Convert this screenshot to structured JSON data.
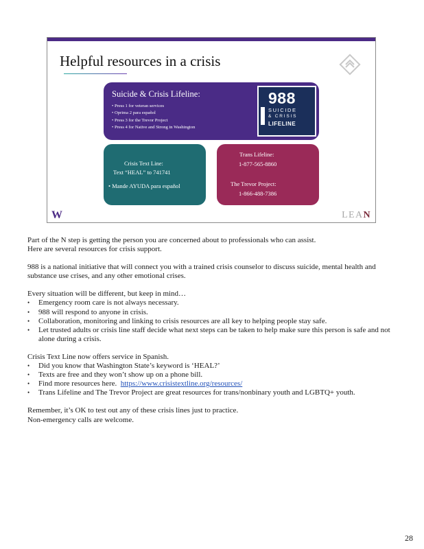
{
  "slide": {
    "title": "Helpful resources in a crisis",
    "lifeline": {
      "title": "Suicide & Crisis Lifeline:",
      "items": [
        "Press 1 for veteran services",
        "Oprima  2 para español",
        "Press 3 for the Trevor Project",
        "Press 4 for Native and Strong in Washington"
      ],
      "badge": {
        "number": "988",
        "line1": "SUICIDE",
        "line2": "& CRISIS",
        "line3": "LIFELINE"
      }
    },
    "text_line": {
      "line1": "Crisis Text Line:",
      "line2": "Text “HEAL” to 741741",
      "line3": "•  Mande AYUDA para español"
    },
    "trans": {
      "label1": "Trans Lifeline:",
      "phone1": "1-877-565-8860",
      "label2": "The Trevor Project:",
      "phone2": "1-866-488-7386"
    },
    "uw_logo": "W",
    "lean_logo": {
      "text": "LEA",
      "accent": "N"
    }
  },
  "notes": {
    "p1": "Part of the N step is getting the person you are concerned about to professionals who can assist.",
    "p2": "Here are several resources for crisis support.",
    "p3": "988 is a national initiative that will connect you with a trained crisis counselor to discuss suicide, mental health and substance use crises, and any other emotional crises.",
    "p4": "Every situation will be different, but keep in mind…",
    "list1": [
      "Emergency room care is not always necessary.",
      "988 will respond to anyone in crisis.",
      "Collaboration, monitoring and linking to crisis resources are all key to helping people stay safe.",
      "Let trusted adults or crisis line staff decide what next steps can be taken to help make sure this person is safe and not alone during a crisis."
    ],
    "p5": "Crisis Text Line now offers service in Spanish.",
    "list2": [
      "Did you know that Washington State’s keyword is ‘HEAL?’",
      "Texts are free and they won’t show up on a phone bill."
    ],
    "find_more": "Find more resources here.",
    "link": "https://www.crisistextline.org/resources/",
    "list2_last": "Trans Lifeline and The Trevor Project are great resources for trans/nonbinary youth and LGBTQ+ youth.",
    "p6": "Remember, it’s OK to test out any of these crisis lines just to practice.",
    "p7": "Non-emergency calls are welcome."
  },
  "page_number": "28",
  "colors": {
    "purple": "#4a2b86",
    "teal": "#1f6c72",
    "magenta": "#9a2a58",
    "badge_navy": "#1b2f5a",
    "link": "#1f4fb8"
  }
}
